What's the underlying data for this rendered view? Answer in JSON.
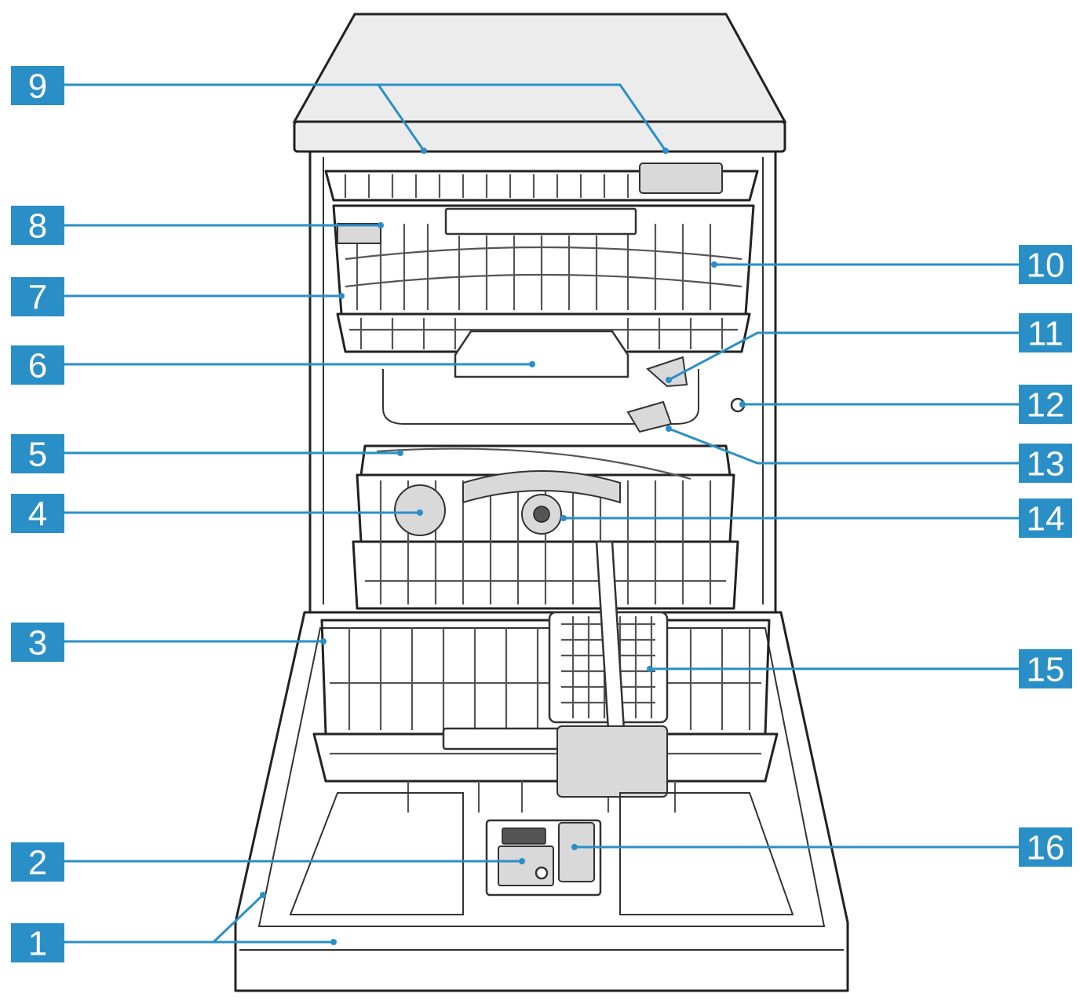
{
  "diagram": {
    "accent_color": "#2a8fc6",
    "callouts": [
      {
        "id": "1",
        "label": "1"
      },
      {
        "id": "2",
        "label": "2"
      },
      {
        "id": "3",
        "label": "3"
      },
      {
        "id": "4",
        "label": "4"
      },
      {
        "id": "5",
        "label": "5"
      },
      {
        "id": "6",
        "label": "6"
      },
      {
        "id": "7",
        "label": "7"
      },
      {
        "id": "8",
        "label": "8"
      },
      {
        "id": "9",
        "label": "9"
      },
      {
        "id": "10",
        "label": "10"
      },
      {
        "id": "11",
        "label": "11"
      },
      {
        "id": "12",
        "label": "12"
      },
      {
        "id": "13",
        "label": "13"
      },
      {
        "id": "14",
        "label": "14"
      },
      {
        "id": "15",
        "label": "15"
      },
      {
        "id": "16",
        "label": "16"
      }
    ]
  }
}
